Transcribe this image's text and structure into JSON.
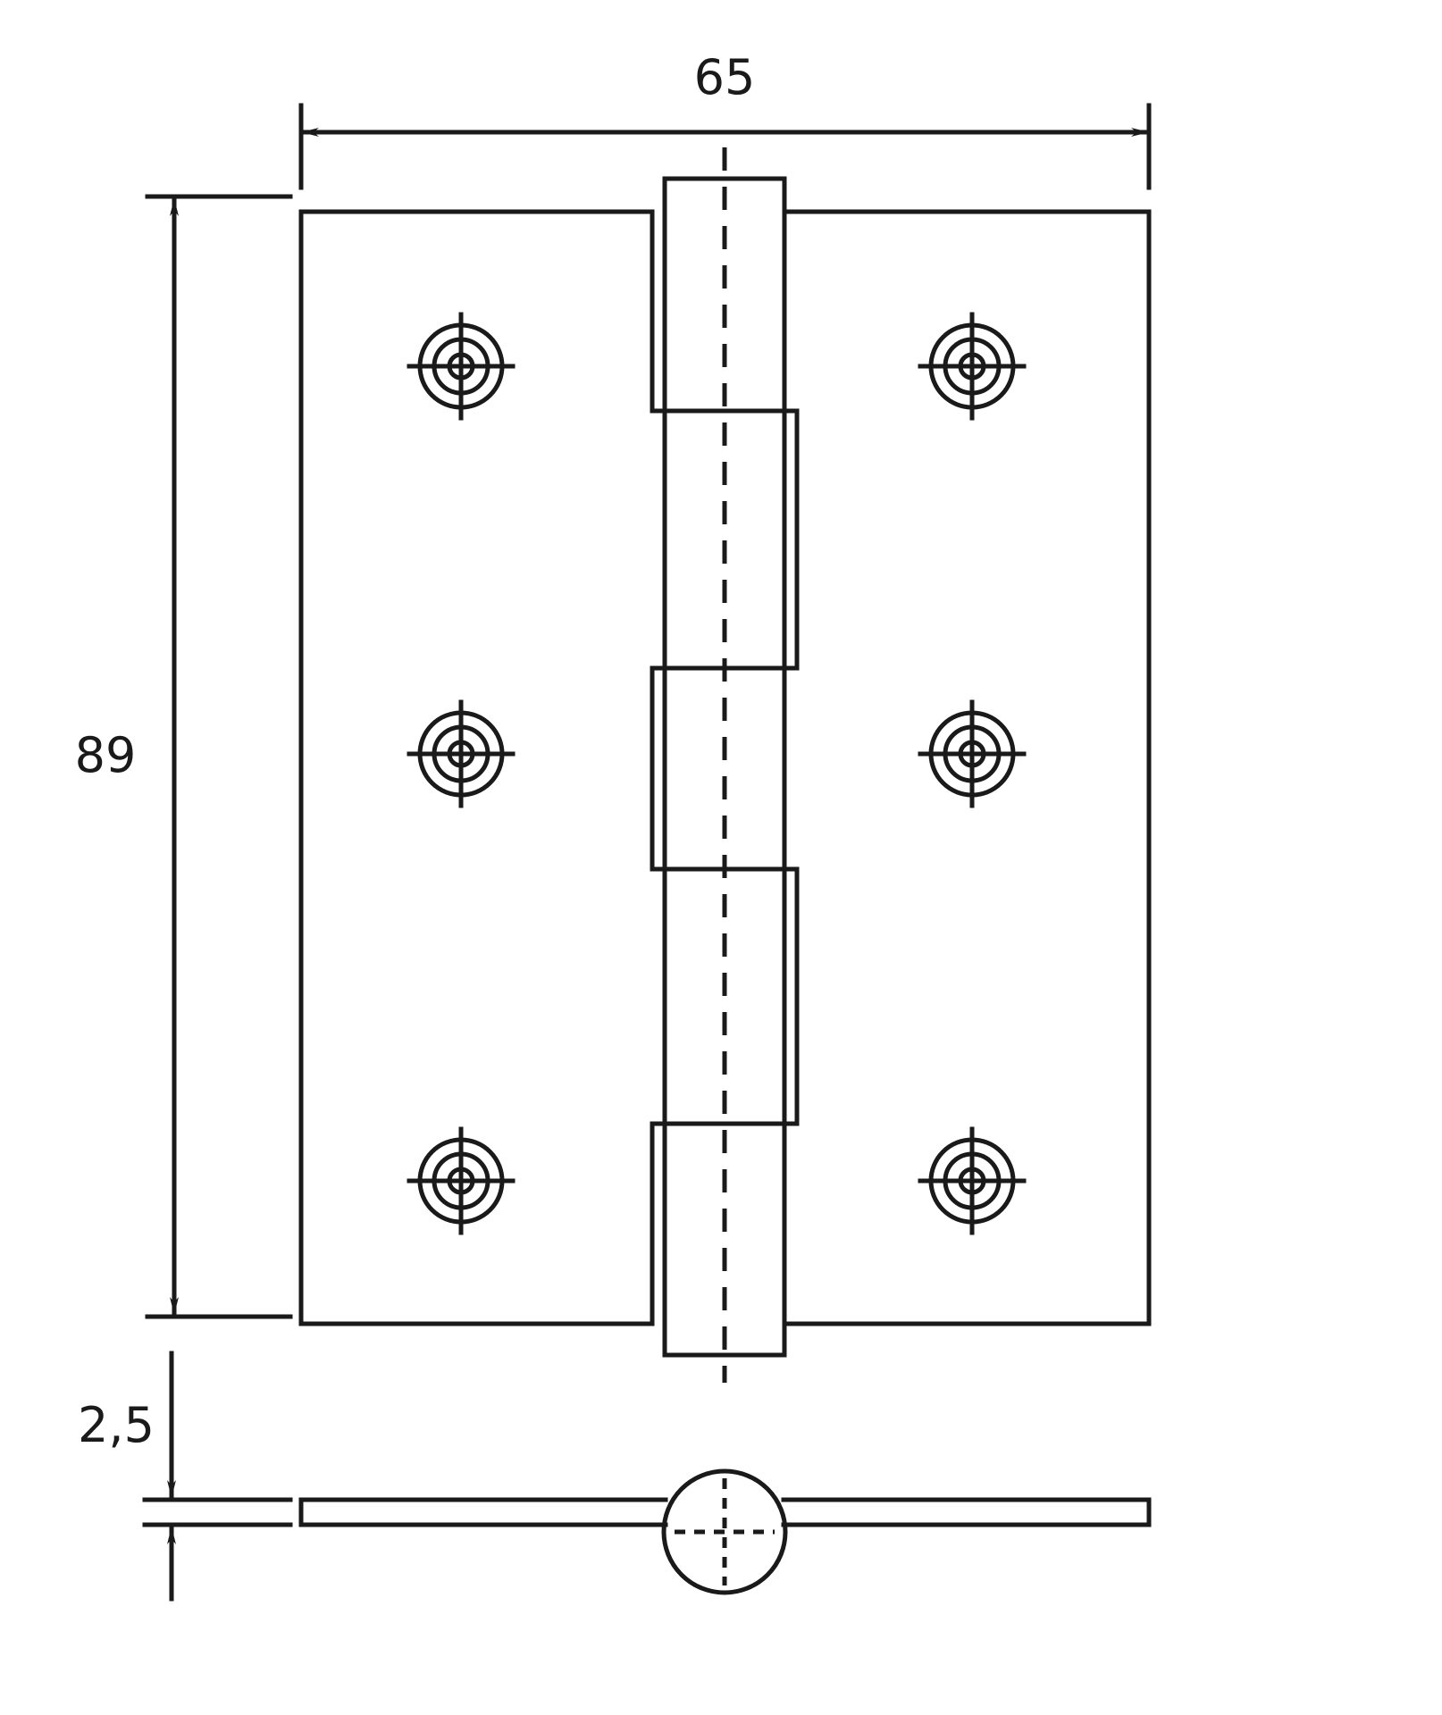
{
  "dimensions": {
    "width": {
      "label": "65"
    },
    "height": {
      "label": "89"
    },
    "thickness": {
      "label": "2,5"
    }
  },
  "colors": {
    "line": "#1a1a1a",
    "background": "#ffffff"
  }
}
